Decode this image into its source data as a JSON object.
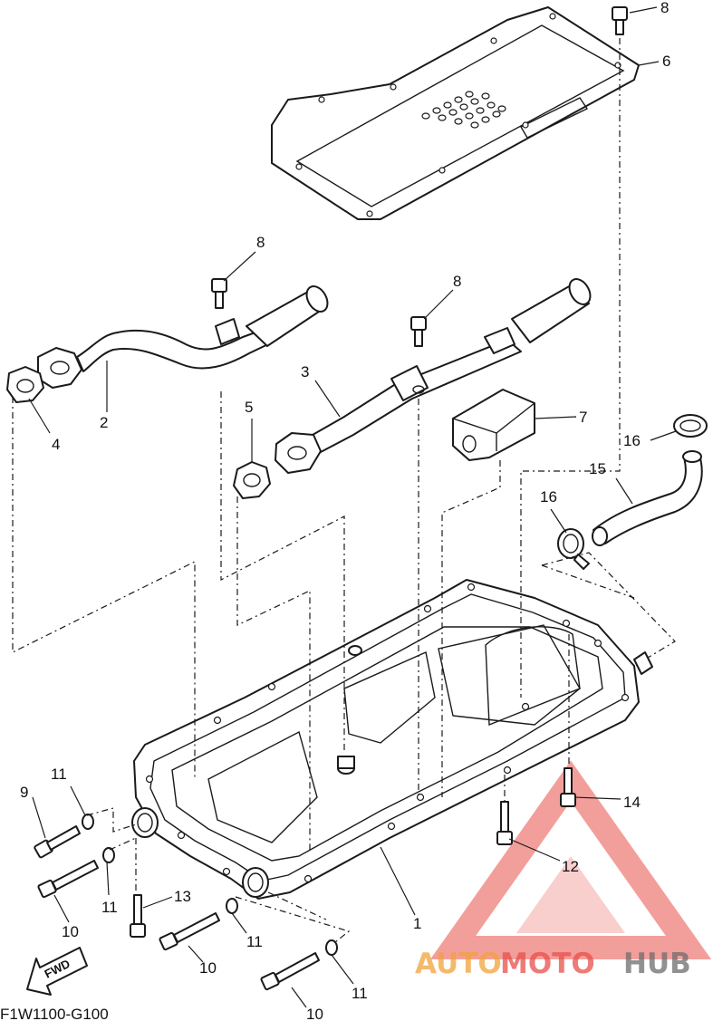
{
  "diagram_code": "F1W1100-G100",
  "direction_label": "FWD",
  "watermark": {
    "word_part1": "AUTO",
    "word_part2": "MOTO",
    "word_part3": "HUB",
    "color_orange": "#f2a23a",
    "color_red": "#e8504a",
    "color_gray": "#6d6d6d"
  },
  "callouts": {
    "p1": "1",
    "p2": "2",
    "p3": "3",
    "p4": "4",
    "p5": "5",
    "p6": "6",
    "p7": "7",
    "p8_top": "8",
    "p8_left": "8",
    "p8_mid": "8",
    "p9": "9",
    "p10_a": "10",
    "p10_b": "10",
    "p10_c": "10",
    "p11_a": "11",
    "p11_b": "11",
    "p11_c": "11",
    "p11_d": "11",
    "p12": "12",
    "p13": "13",
    "p14": "14",
    "p15": "15",
    "p16_a": "16",
    "p16_b": "16"
  }
}
